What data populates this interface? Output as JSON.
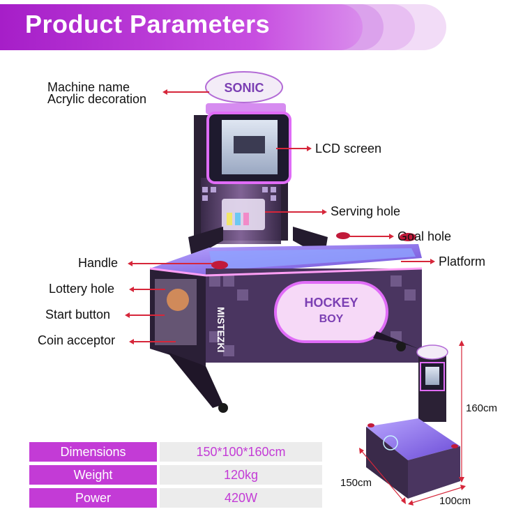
{
  "header": {
    "title": "Product Parameters"
  },
  "callouts": {
    "machine_name": "Machine name",
    "acrylic": "Acrylic decoration",
    "lcd": "LCD screen",
    "serving": "Serving hole",
    "goal": "Goal hole",
    "platform": "Platform",
    "handle": "Handle",
    "lottery": "Lottery hole",
    "start": "Start button",
    "coin": "Coin acceptor"
  },
  "specs": [
    {
      "key": "Dimensions",
      "value": "150*100*160cm"
    },
    {
      "key": "Weight",
      "value": "120kg"
    },
    {
      "key": "Power",
      "value": "420W"
    }
  ],
  "dimensions": {
    "height": "160cm",
    "length": "150cm",
    "width": "100cm"
  },
  "colors": {
    "accent": "#c33bd6",
    "arrow": "#d6263a"
  }
}
